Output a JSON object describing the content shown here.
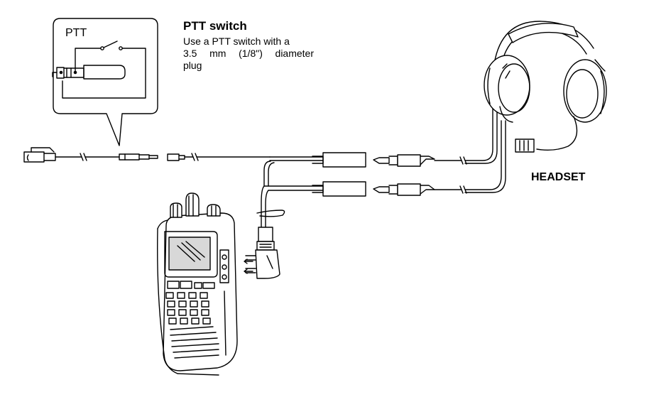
{
  "callout": {
    "label": "PTT"
  },
  "note": {
    "title": "PTT switch",
    "line1": "Use a PTT switch with a",
    "line2_a": "3.5",
    "line2_b": "mm",
    "line2_c": "(1/8\")",
    "line2_d": "diameter",
    "line3": "plug"
  },
  "headset": {
    "label": "HEADSET"
  },
  "colors": {
    "line": "#000000",
    "background": "#ffffff",
    "screen": "#d8d8d8"
  }
}
